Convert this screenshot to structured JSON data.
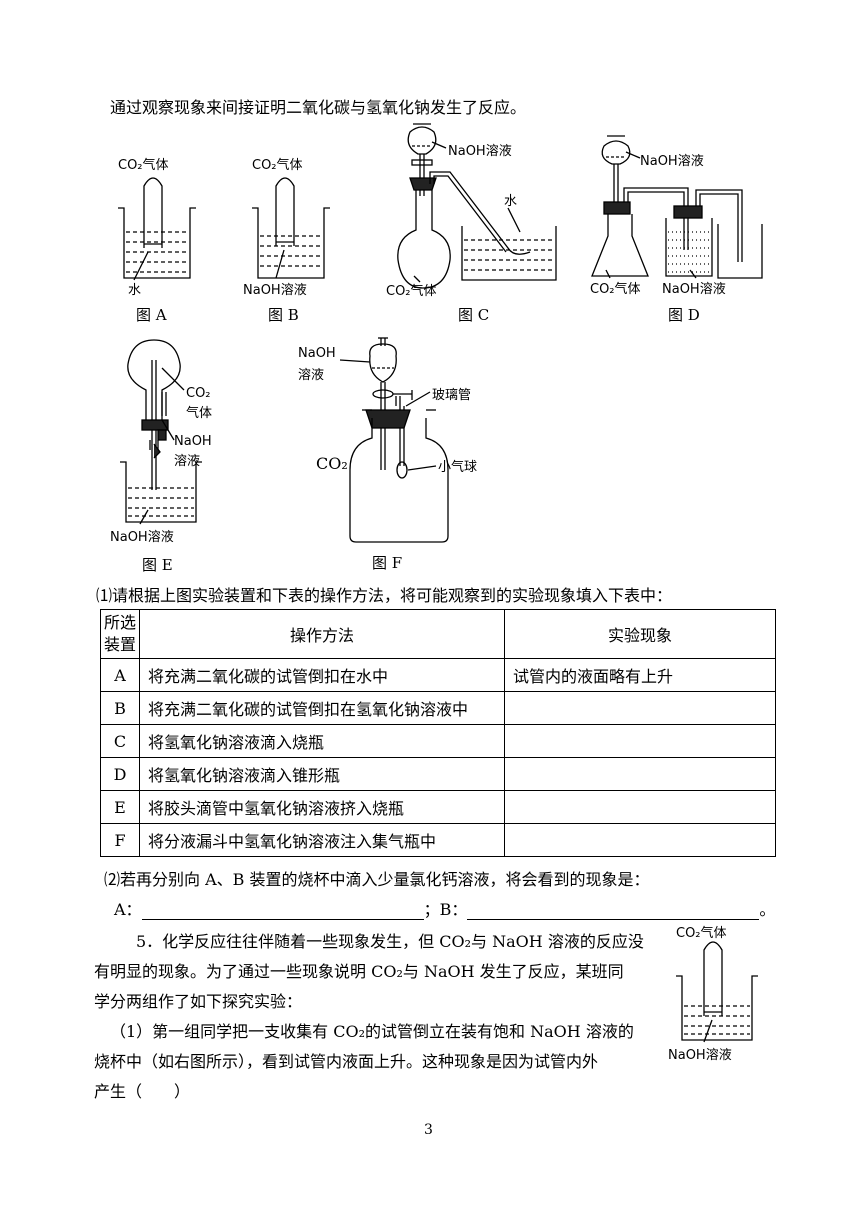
{
  "intro": "通过观察现象来间接证明二氧化碳与氢氧化钠发生了反应。",
  "figures": {
    "A": {
      "caption": "图 A",
      "gas_label": "CO₂气体",
      "liquid_label": "水"
    },
    "B": {
      "caption": "图 B",
      "gas_label": "CO₂气体",
      "liquid_label": "NaOH溶液"
    },
    "C": {
      "caption": "图 C",
      "funnel_label": "NaOH溶液",
      "water_label": "水",
      "gas_label": "CO₂气体"
    },
    "D": {
      "caption": "图 D",
      "funnel_label": "NaOH溶液",
      "gas_label": "CO₂气体",
      "liquid_label": "NaOH溶液"
    },
    "E": {
      "caption": "图 E",
      "gas_label_1": "CO₂",
      "gas_label_2": "气体",
      "dropper_label_1": "NaOH",
      "dropper_label_2": "溶液",
      "liquid_label": "NaOH溶液"
    },
    "F": {
      "caption": "图 F",
      "funnel_label_1": "NaOH",
      "funnel_label_2": "溶液",
      "tube_label": "玻璃管",
      "gas_label": "CO₂",
      "balloon_label": "小气球"
    }
  },
  "question1": "⑴请根据上图实验装置和下表的操作方法，将可能观察到的实验现象填入下表中：",
  "table": {
    "header": {
      "col1_line1": "所选",
      "col1_line2": "装置",
      "col2": "操作方法",
      "col3": "实验现象"
    },
    "rows": [
      {
        "device": "A",
        "operation": "将充满二氧化碳的试管倒扣在水中",
        "phenomenon": "试管内的液面略有上升"
      },
      {
        "device": "B",
        "operation": "将充满二氧化碳的试管倒扣在氢氧化钠溶液中",
        "phenomenon": ""
      },
      {
        "device": "C",
        "operation": "将氢氧化钠溶液滴入烧瓶",
        "phenomenon": ""
      },
      {
        "device": "D",
        "operation": "将氢氧化钠溶液滴入锥形瓶",
        "phenomenon": ""
      },
      {
        "device": "E",
        "operation": "将胶头滴管中氢氧化钠溶液挤入烧瓶",
        "phenomenon": ""
      },
      {
        "device": "F",
        "operation": "将分液漏斗中氢氧化钠溶液注入集气瓶中",
        "phenomenon": ""
      }
    ]
  },
  "question2": "⑵若再分别向 A、B 装置的烧杯中滴入少量氯化钙溶液，将会看到的现象是：",
  "answer_line": {
    "a_label": "A：",
    "b_label": "；B：",
    "end": "。"
  },
  "q5": {
    "line1": "5．化学反应往往伴随着一些现象发生，但 CO₂与 NaOH 溶液的反应没",
    "line2": "有明显的现象。为了通过一些现象说明 CO₂与 NaOH 发生了反应，某班同",
    "line3": "学分两组作了如下探究实验：",
    "line4": "（1）第一组同学把一支收集有 CO₂的试管倒立在装有饱和 NaOH 溶液的",
    "line5": "烧杯中（如右图所示），看到试管内液面上升。这种现象是因为试管内外",
    "line6": "产生（　　）",
    "figure_gas_label": "CO₂气体",
    "figure_liquid_label": "NaOH溶液"
  },
  "page_number": "3"
}
